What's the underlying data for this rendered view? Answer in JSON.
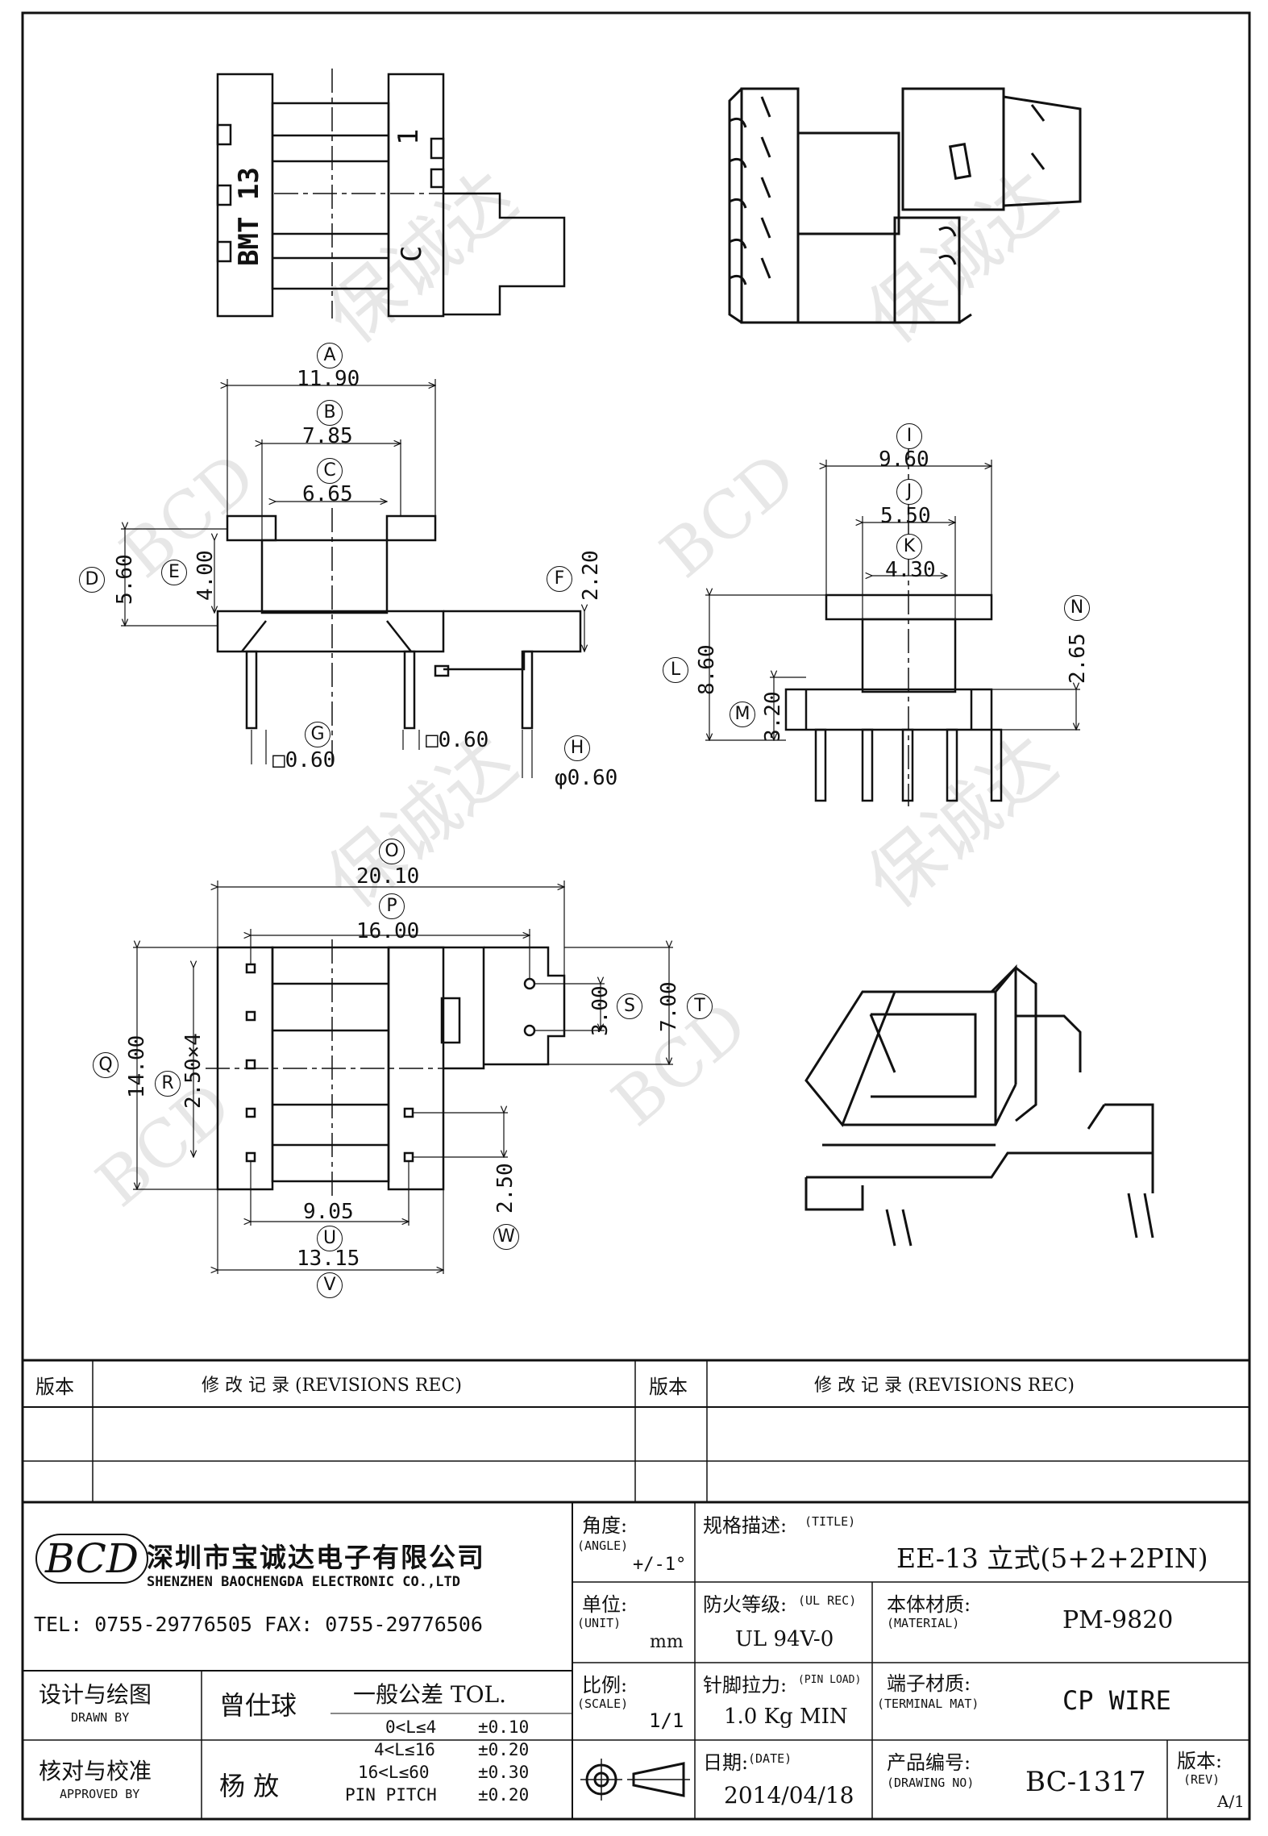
{
  "views": {
    "top": {
      "marking_left": "BMT 13",
      "marking_right_top": "1",
      "marking_right_bottom": "C"
    },
    "front": {
      "dims": {
        "A": {
          "letter": "A",
          "value": "11.90"
        },
        "B": {
          "letter": "B",
          "value": "7.85"
        },
        "C": {
          "letter": "C",
          "value": "6.65"
        },
        "D": {
          "letter": "D",
          "value": "5.60"
        },
        "E": {
          "letter": "E",
          "value": "4.00"
        },
        "F": {
          "letter": "F",
          "value": "2.20"
        },
        "G": {
          "letter": "G",
          "value": "□0.60"
        },
        "G2": {
          "value": "□0.60"
        },
        "H": {
          "letter": "H",
          "value": "φ0.60"
        }
      }
    },
    "side": {
      "dims": {
        "I": {
          "letter": "I",
          "value": "9.60"
        },
        "J": {
          "letter": "J",
          "value": "5.50"
        },
        "K": {
          "letter": "K",
          "value": "4.30"
        },
        "L": {
          "letter": "L",
          "value": "8.60"
        },
        "M": {
          "letter": "M",
          "value": "3.20"
        },
        "N": {
          "letter": "N",
          "value": "2.65"
        }
      }
    },
    "bottom": {
      "dims": {
        "O": {
          "letter": "O",
          "value": "20.10"
        },
        "P": {
          "letter": "P",
          "value": "16.00"
        },
        "Q": {
          "letter": "Q",
          "value": "14.00"
        },
        "R": {
          "letter": "R",
          "value": "2.50×4"
        },
        "S": {
          "letter": "S",
          "value": "3.00"
        },
        "T": {
          "letter": "T",
          "value": "7.00"
        },
        "U": {
          "letter": "U",
          "value": "9.05"
        },
        "V": {
          "letter": "V",
          "value": "13.15"
        },
        "W": {
          "letter": "W",
          "value": "2.50"
        }
      }
    }
  },
  "watermark": {
    "text": "保诚达",
    "logo": "BCD"
  },
  "revisions": {
    "ver_label": "版本",
    "rec_label": "修  改  记  录  (REVISIONS REC)"
  },
  "company": {
    "logo": "BCD",
    "name_cn": "深圳市宝诚达电子有限公司",
    "name_en": "SHENZHEN BAOCHENGDA ELECTRONIC CO.,LTD",
    "contact": "TEL: 0755-29776505  FAX: 0755-29776506"
  },
  "title_block": {
    "angle_label": "角度:",
    "angle_en": "(ANGLE)",
    "angle_value": "+/-1°",
    "title_label": "规格描述:",
    "title_en": "(TITLE)",
    "title_value": "EE-13 立式(5+2+2PIN)",
    "unit_label": "单位:",
    "unit_en": "(UNIT)",
    "unit_value": "mm",
    "ul_label": "防火等级:",
    "ul_en": "(UL REC)",
    "ul_value": "UL 94V-0",
    "material_label": "本体材质:",
    "material_en": "(MATERIAL)",
    "material_value": "PM-9820",
    "drawn_label": "设计与绘图",
    "drawn_en": "DRAWN BY",
    "drawn_value": "曾仕球",
    "tol_label": "一般公差  TOL.",
    "tol_rows": [
      {
        "range": "0<L≤4",
        "value": "±0.10"
      },
      {
        "range": "4<L≤16",
        "value": "±0.20"
      },
      {
        "range": "16<L≤60",
        "value": "±0.30"
      },
      {
        "range": "PIN PITCH",
        "value": "±0.20"
      }
    ],
    "scale_label": "比例:",
    "scale_en": "(SCALE)",
    "scale_value": "1/1",
    "pin_load_label": "针脚拉力:",
    "pin_load_en": "(PIN LOAD)",
    "pin_load_value": "1.0 Kg MIN",
    "terminal_label": "端子材质:",
    "terminal_en": "(TERMINAL MAT)",
    "terminal_value": "CP WIRE",
    "approved_label": "核对与校准",
    "approved_en": "APPROVED BY",
    "approved_value": "杨  放",
    "date_label": "日期:",
    "date_en": "(DATE)",
    "date_value": "2014/04/18",
    "drawing_no_label": "产品编号:",
    "drawing_no_en": "(DRAWING NO)",
    "drawing_no_value": "BC-1317",
    "rev_label": "版本:",
    "rev_en": "(REV)",
    "rev_value": "A/1"
  }
}
